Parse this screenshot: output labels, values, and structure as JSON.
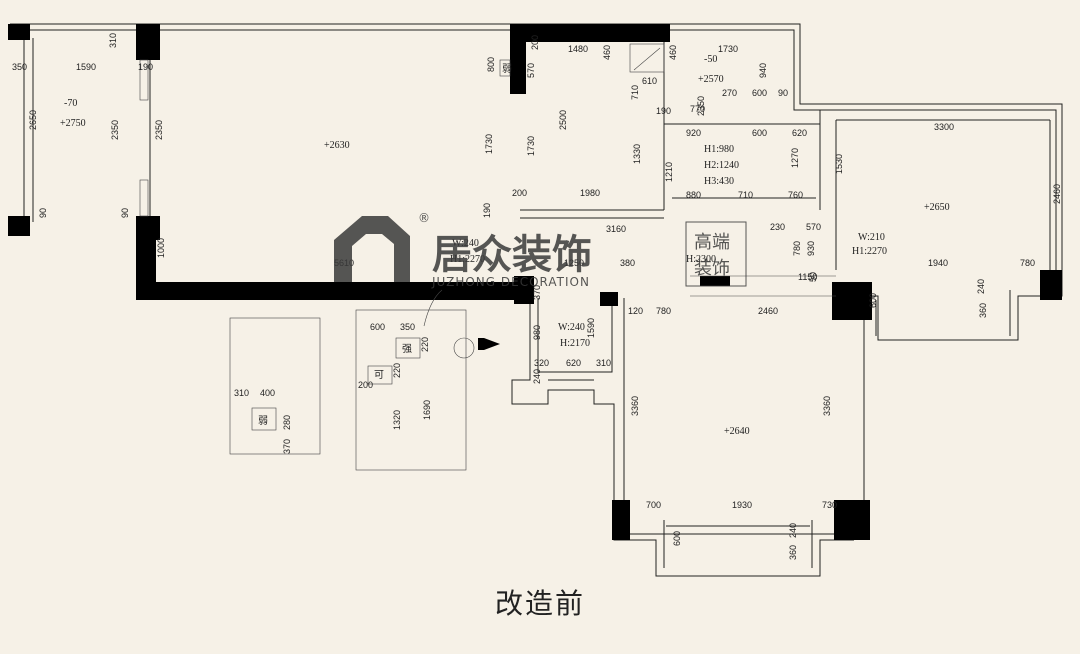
{
  "caption": "改造前",
  "watermark": {
    "brand": "居众装饰",
    "sub": "JUZHONG DECORATION",
    "badge_top": "高端",
    "badge_bottom": "装饰",
    "registered": "®"
  },
  "labels": {
    "lv1": "-70",
    "lv2": "+2750",
    "lv3": "+2630",
    "lv4": "-50",
    "lv5": "+2570",
    "lv6": "+2650",
    "lv7": "+2640",
    "h1": "H1:980",
    "h2": "H2:1240",
    "h3": "H3:430",
    "w240a": "W:240",
    "h2270a": "H1:2270",
    "w210": "W:210",
    "h2270b": "H1:2270",
    "w240b": "W:240",
    "h2170": "H:2170",
    "h2300": "H:2300",
    "strong": "强",
    "ke": "可",
    "weak": "弱",
    "weak2": "弱"
  },
  "dims": [
    "350",
    "1590",
    "190",
    "2650",
    "2350",
    "2350",
    "310",
    "90",
    "90",
    "5610",
    "1000",
    "200",
    "1480",
    "460",
    "460",
    "1730",
    "800",
    "570",
    "1730",
    "1730",
    "2500",
    "200",
    "1980",
    "1330",
    "610",
    "710",
    "190",
    "770",
    "270",
    "600",
    "90",
    "940",
    "2350",
    "920",
    "600",
    "620",
    "1210",
    "1270",
    "880",
    "710",
    "760",
    "3300",
    "1530",
    "2460",
    "3160",
    "190",
    "380",
    "1250",
    "570",
    "230",
    "780",
    "930",
    "1940",
    "780",
    "1150",
    "50",
    "370",
    "980",
    "1590",
    "320",
    "620",
    "310",
    "240",
    "120",
    "780",
    "2460",
    "600",
    "240",
    "360",
    "3360",
    "3360",
    "700",
    "1930",
    "730",
    "600",
    "240",
    "360",
    "600",
    "350",
    "220",
    "400",
    "310",
    "200",
    "220",
    "1320",
    "1690",
    "280",
    "370"
  ]
}
